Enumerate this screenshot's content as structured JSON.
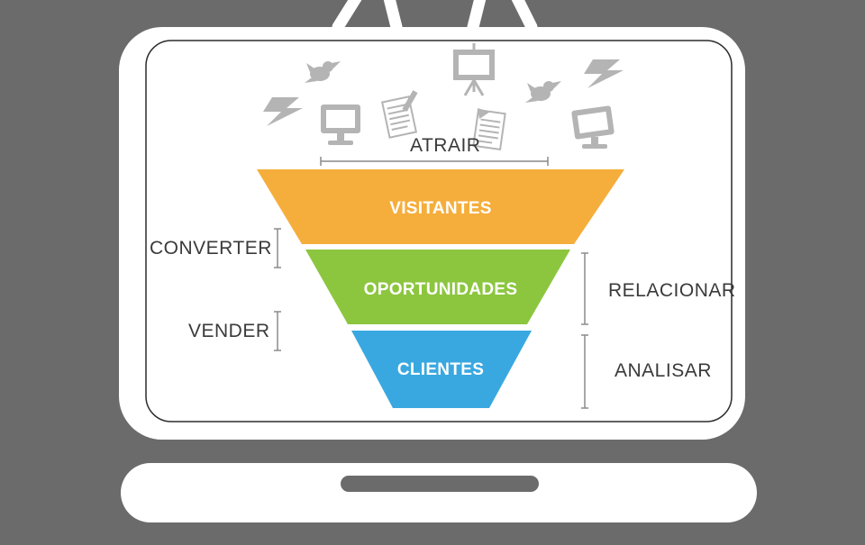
{
  "funnel": {
    "top_label": "ATRAIR",
    "stages": [
      {
        "label": "VISITANTES",
        "color": "#f5ae3c"
      },
      {
        "label": "OPORTUNIDADES",
        "color": "#8cc63f"
      },
      {
        "label": "CLIENTES",
        "color": "#3aa8e0"
      }
    ],
    "left_labels": [
      "CONVERTER",
      "VENDER"
    ],
    "right_labels": [
      "RELACIONAR",
      "ANALISAR"
    ]
  },
  "icons": [
    "lightning-icon",
    "twitter-bird-icon",
    "monitor-icon",
    "document-pencil-icon",
    "presentation-easel-icon",
    "document-icon",
    "twitter-bird-icon",
    "lightning-icon",
    "monitor-icon"
  ],
  "colors": {
    "background": "#6b6b6b",
    "laptop": "#ffffff",
    "text": "#3a3a3a",
    "icon": "#b4b4b4"
  }
}
